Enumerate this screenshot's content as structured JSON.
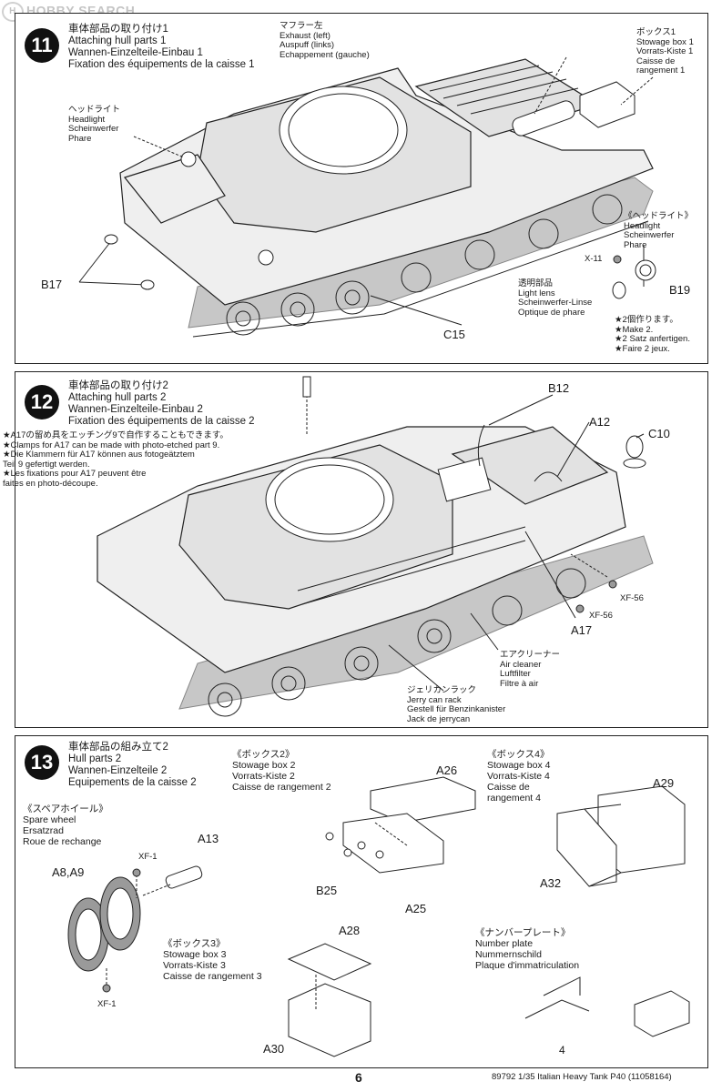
{
  "watermark": "HOBBY SEARCH",
  "steps": [
    {
      "number": "11",
      "title": [
        "車体部品の取り付け1",
        "Attaching hull parts 1",
        "Wannen-Einzelteile-Einbau 1",
        "Fixation des équipements de la caisse 1"
      ]
    },
    {
      "number": "12",
      "title": [
        "車体部品の取り付け2",
        "Attaching hull parts 2",
        "Wannen-Einzelteile-Einbau 2",
        "Fixation des équipements de la caisse 2"
      ]
    },
    {
      "number": "13",
      "title": [
        "車体部品の組み立て2",
        "Hull parts 2",
        "Wannen-Einzelteile 2",
        "Equipements de la caisse 2"
      ]
    }
  ],
  "step11": {
    "exhaust": [
      "マフラー左",
      "Exhaust (left)",
      "Auspuff (links)",
      "Echappement (gauche)"
    ],
    "stowage1": [
      "ボックス1",
      "Stowage box 1",
      "Vorrats-Kiste 1",
      "Caisse de",
      "rangement 1"
    ],
    "headlight_left": [
      "ヘッドライト",
      "Headlight",
      "Scheinwerfer",
      "Phare"
    ],
    "headlight_right": [
      "《ヘッドライト》",
      "Headlight",
      "Scheinwerfer",
      "Phare"
    ],
    "lens": [
      "透明部品",
      "Light lens",
      "Scheinwerfer-Linse",
      "Optique de phare"
    ],
    "make2": [
      "★2個作ります。",
      "★Make 2.",
      "★2 Satz anfertigen.",
      "★Faire 2 jeux."
    ],
    "parts": {
      "b17": "B17",
      "c15": "C15",
      "x11": "X-11",
      "b19": "B19"
    }
  },
  "step12": {
    "clamp_note": [
      "★A17の留め具をエッチング9で自作することもできます。",
      "★Clamps for A17 can be made with photo-etched part 9.",
      "★Die Klammern für A17 können aus fotogeätztem",
      "Teil 9 gefertigt werden.",
      "★Les fixations pour A17 peuvent être",
      "faites en photo-découpe."
    ],
    "air_cleaner": [
      "エアクリーナー",
      "Air cleaner",
      "Luftfilter",
      "Filtre à air"
    ],
    "jerry_rack": [
      "ジェリカンラック",
      "Jerry can rack",
      "Gestell für Benzinkanister",
      "Jack de jerrycan"
    ],
    "parts": {
      "b12": "B12",
      "a12": "A12",
      "c10": "C10",
      "xf56a": "XF-56",
      "xf56b": "XF-56",
      "a17": "A17"
    }
  },
  "step13": {
    "spare_wheel": [
      "《スペアホイール》",
      "Spare wheel",
      "Ersatzrad",
      "Roue de rechange"
    ],
    "box2": [
      "《ボックス2》",
      "Stowage box 2",
      "Vorrats-Kiste 2",
      "Caisse de rangement 2"
    ],
    "box4": [
      "《ボックス4》",
      "Stowage box 4",
      "Vorrats-Kiste 4",
      "Caisse de",
      "rangement 4"
    ],
    "box3": [
      "《ボックス3》",
      "Stowage box 3",
      "Vorrats-Kiste 3",
      "Caisse de rangement 3"
    ],
    "plate": [
      "《ナンバープレート》",
      "Number plate",
      "Nummernschild",
      "Plaque d'immatriculation"
    ],
    "parts": {
      "a13": "A13",
      "xf1a": "XF-1",
      "a8a9": "A8,A9",
      "xf1b": "XF-1",
      "a26": "A26",
      "b25": "B25",
      "a25": "A25",
      "a29": "A29",
      "a32": "A32",
      "a28": "A28",
      "a30": "A30",
      "four": "4"
    }
  },
  "footer": {
    "page": "6",
    "caption": "89792  1/35 Italian Heavy Tank P40 (11058164)"
  }
}
